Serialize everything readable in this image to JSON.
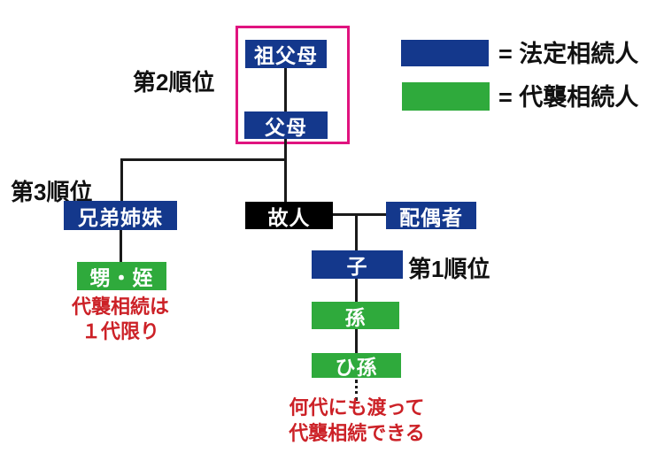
{
  "legend": {
    "legal": {
      "label": "= 法定相続人",
      "color": "#14388c"
    },
    "substitute": {
      "label": "= 代襲相続人",
      "color": "#2faa3c"
    }
  },
  "ranks": {
    "rank1": "第1順位",
    "rank2": "第2順位",
    "rank3": "第3順位"
  },
  "nodes": {
    "grandparents": "祖父母",
    "parents": "父母",
    "siblings": "兄弟姉妹",
    "nephew_niece": "甥・姪",
    "deceased": "故人",
    "spouse": "配偶者",
    "child": "子",
    "grandchild": "孫",
    "great_grandchild": "ひ孫"
  },
  "notes": {
    "sibling_line1": "代襲相続は",
    "sibling_line2": "１代限り",
    "descendant_line1": "何代にも渡って",
    "descendant_line2": "代襲相続できる"
  },
  "colors": {
    "legal_heir": "#14388c",
    "substitute_heir": "#2faa3c",
    "deceased": "#000000",
    "rank2_frame": "#e0137f",
    "note_text": "#cc2127",
    "connector": "#1a1a1a"
  }
}
